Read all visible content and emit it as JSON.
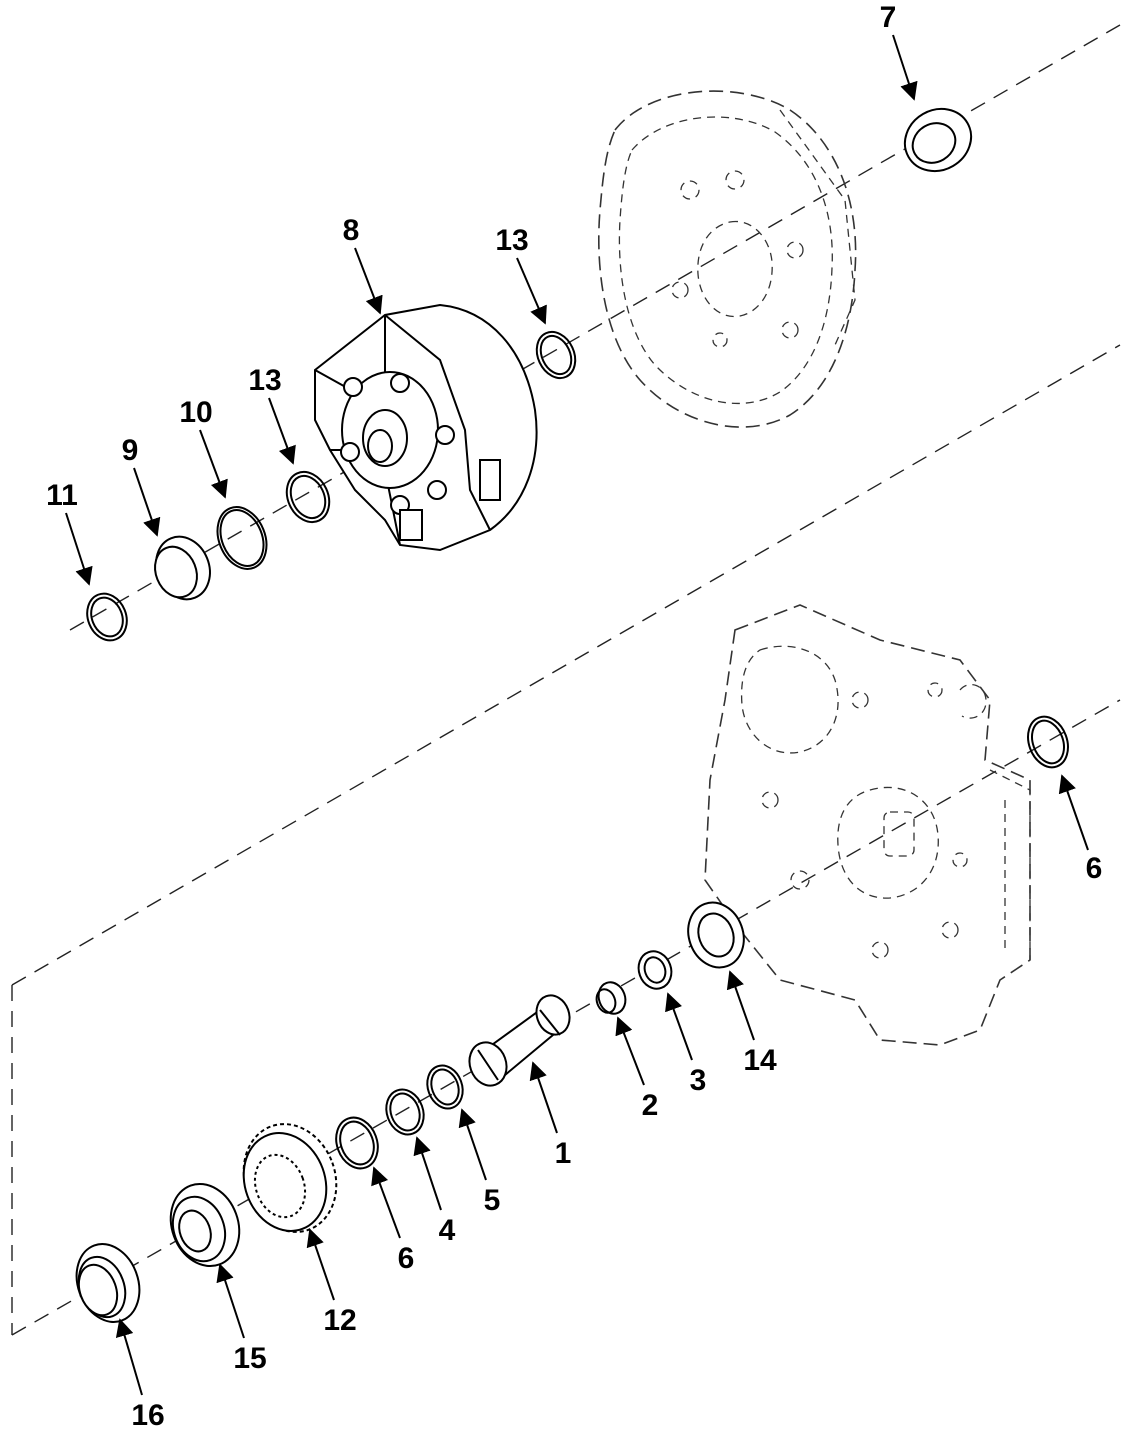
{
  "callouts": [
    {
      "id": "c7",
      "label": "7"
    },
    {
      "id": "c13a",
      "label": "13"
    },
    {
      "id": "c8",
      "label": "8"
    },
    {
      "id": "c13b",
      "label": "13"
    },
    {
      "id": "c10",
      "label": "10"
    },
    {
      "id": "c9",
      "label": "9"
    },
    {
      "id": "c11",
      "label": "11"
    },
    {
      "id": "c6a",
      "label": "6"
    },
    {
      "id": "c14",
      "label": "14"
    },
    {
      "id": "c3",
      "label": "3"
    },
    {
      "id": "c2",
      "label": "2"
    },
    {
      "id": "c1",
      "label": "1"
    },
    {
      "id": "c5",
      "label": "5"
    },
    {
      "id": "c4",
      "label": "4"
    },
    {
      "id": "c6b",
      "label": "6"
    },
    {
      "id": "c12",
      "label": "12"
    },
    {
      "id": "c15",
      "label": "15"
    },
    {
      "id": "c16",
      "label": "16"
    }
  ]
}
